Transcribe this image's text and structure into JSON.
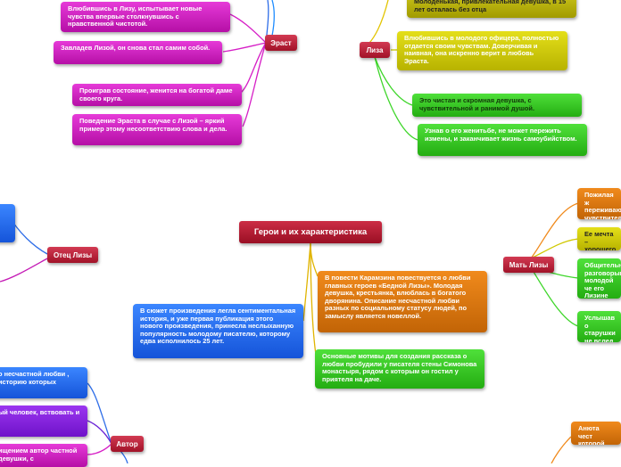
{
  "root": {
    "label": "Герои и их характеристика"
  },
  "hubs": {
    "erast": "Эраст",
    "liza": "Лиза",
    "otec": "Отец Лизы",
    "mat": "Мать Лизы",
    "avtor": "Автор"
  },
  "erast_items": [
    "Влюбившись в Лизу, испытывает новые чувства впервые столкнувшись с нравственной чистотой.",
    "Завладев Лизой, он снова стал самим собой.",
    "Проиграв состояние, женится на богатой даме своего круга.",
    "Поведение Эраста в случае с Лизой – яркий пример этому несоответствию слова и дела."
  ],
  "liza_items": [
    "Молоденькая, привлекательная девушка, в 15 лет осталась без отца",
    "Влюбившись в молодого офицера, полностью отдается своим чувствам. Доверчивая и наивная, она искренно верит в любовь Эраста.",
    "Это чистая и скромная девушка, с чувствительной и ранимой душой.",
    "Узнав о его женитьбе, не может пережить измены, и заканчивает жизнь самоубийством."
  ],
  "center_items": [
    "В повести Карамзина повествуется о любви главных героев «Бедной Лизы». Молодая девушка, крестьянка, влюблась в богатого дворянина. Описание несчастной любви разных по социальному статусу людей, по замыслу является новеллой.",
    "Основные мотивы для создания рассказа о любви пробудили у писателя стены Симонова монастыря, рядом с которым он гостил у приятеля на даче.",
    "В сюжет произведения легла сентиментальная история, и уже первая публикация этого нового произведения, принесла неслыханную популярность молодому писателю, которому едва исполнилось 25 лет."
  ],
  "otec_items": [
    ","
  ],
  "mat_items": [
    "Пожилая ж переживающ чувствител",
    "Ее мечта – хорошего ч",
    "Общительна разговорыв молодой че его Лизине понимает, ч",
    "Услышав о старушки не вслед за не"
  ],
  "avtor_items": [
    "о несчастной любви , историю которых",
    "ый человек, вствовать и",
    "ищением автор частной девушки, с"
  ],
  "bottom_right_item": "Анюта чест которой мож"
}
